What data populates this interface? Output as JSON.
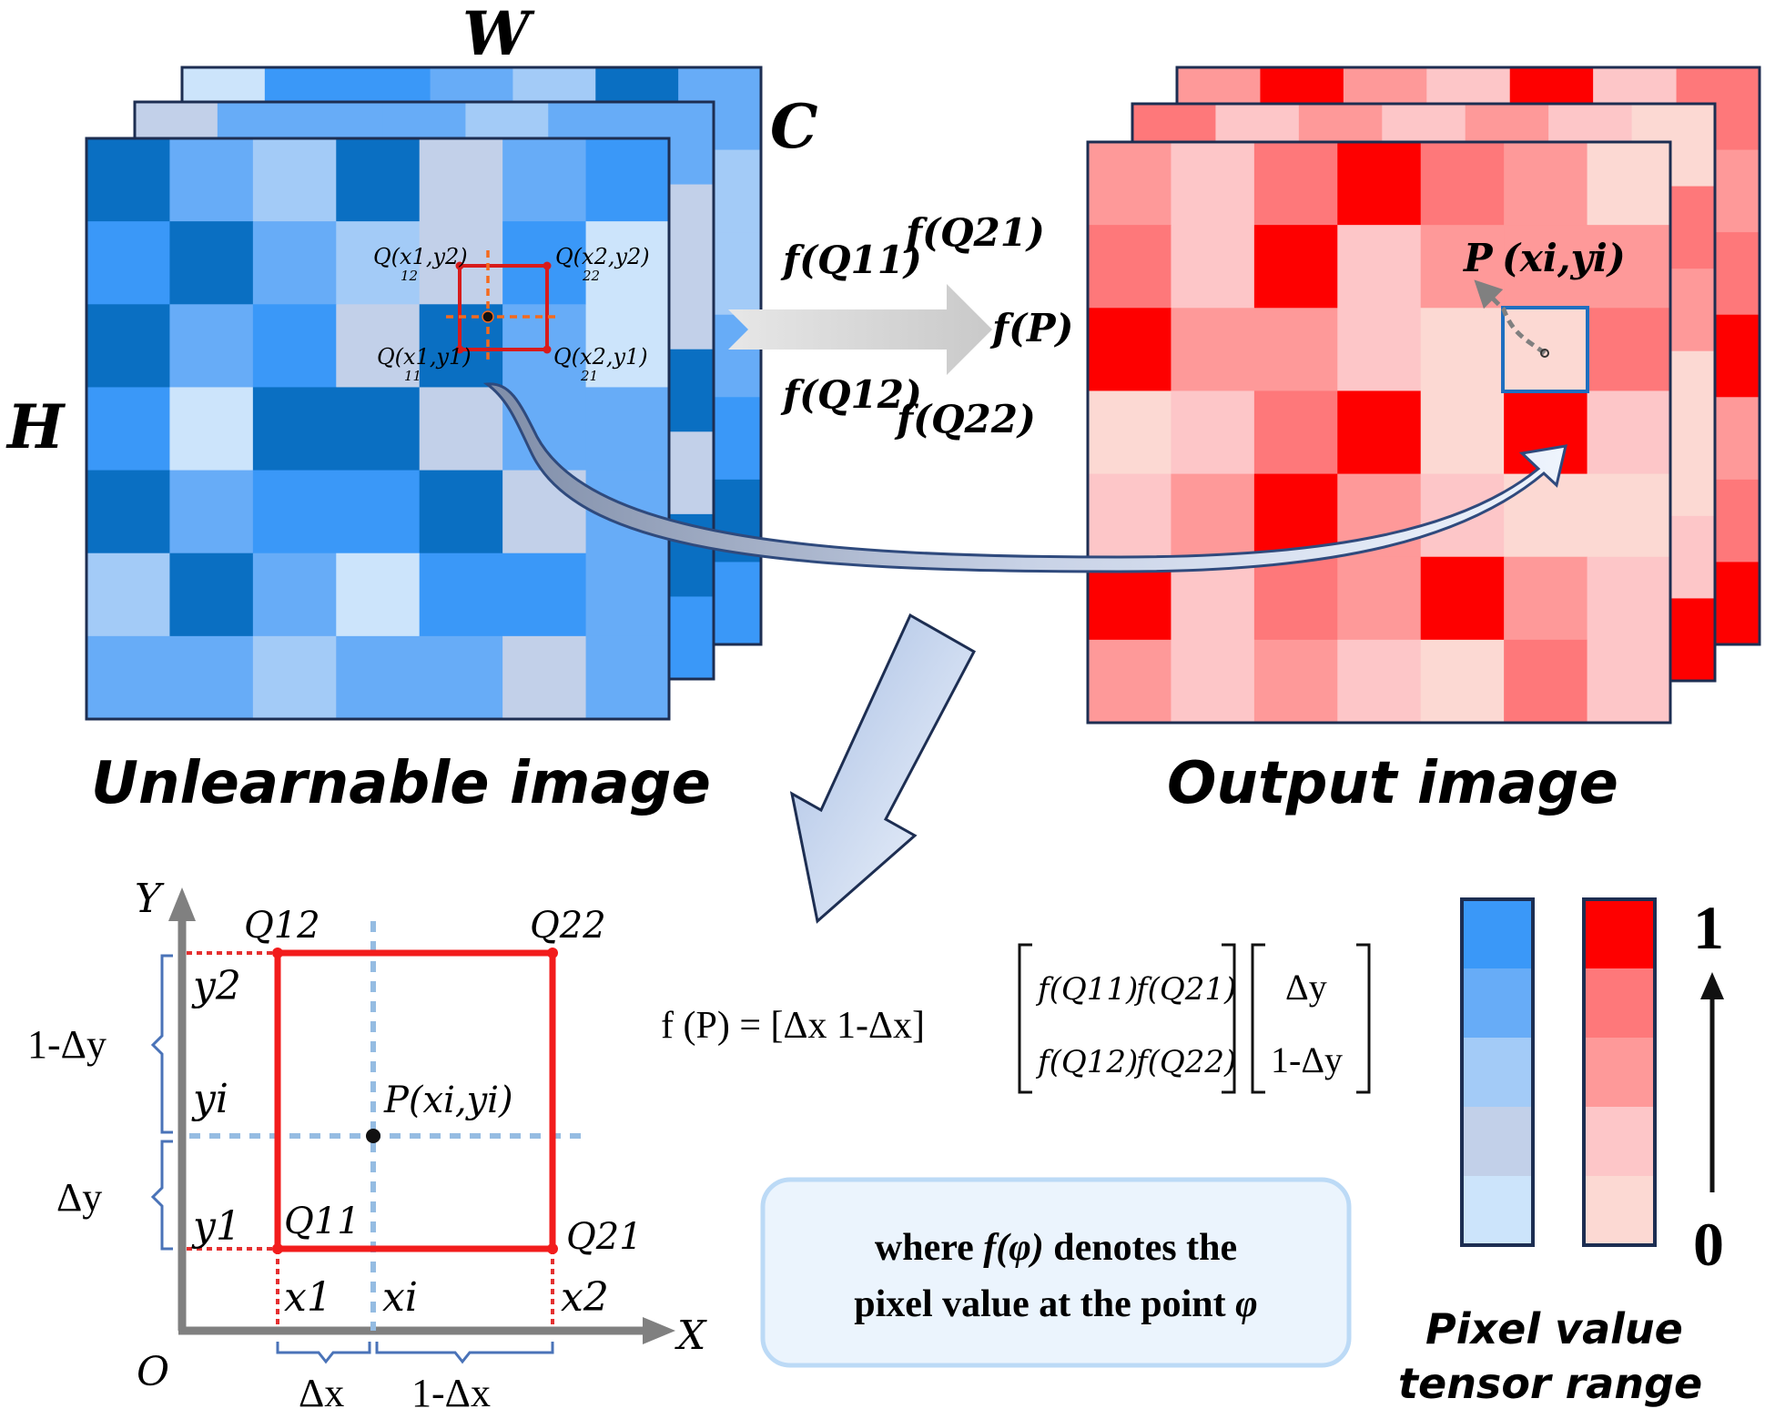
{
  "colors": {
    "blue_scale": [
      "#cce4fb",
      "#c2d0e9",
      "#a3cbf7",
      "#67acf7",
      "#3a98f8",
      "#0a6fc2"
    ],
    "red_scale": [
      "#fcd9d3",
      "#fdc6c8",
      "#fe9999",
      "#fe787a",
      "#fe0000"
    ],
    "border": "#1d2e52",
    "sample_box": "#d81b1b",
    "output_box": "#1f6fc0",
    "callout_bg": "#ebf4fd",
    "callout_border": "#bcdaf6"
  },
  "grid_left": [
    [
      0,
      4,
      4,
      3,
      2,
      5,
      3
    ],
    [
      3,
      3,
      1,
      3,
      3,
      3,
      2
    ],
    [
      5,
      1,
      3,
      4,
      5,
      3,
      2
    ],
    [
      2,
      1,
      4,
      0,
      4,
      5,
      3
    ],
    [
      1,
      5,
      3,
      0,
      5,
      3,
      4
    ],
    [
      5,
      1,
      3,
      3,
      4,
      0,
      5
    ],
    [
      4,
      5,
      1,
      3,
      5,
      3,
      4
    ]
  ],
  "grid_right": [
    [
      2,
      4,
      2,
      1,
      4,
      1,
      3
    ],
    [
      1,
      0,
      3,
      1,
      2,
      1,
      2
    ],
    [
      4,
      3,
      2,
      0,
      2,
      1,
      3
    ],
    [
      1,
      2,
      2,
      2,
      3,
      1,
      4
    ],
    [
      1,
      0,
      0,
      3,
      4,
      2,
      2
    ],
    [
      4,
      0,
      4,
      1,
      0,
      1,
      3
    ],
    [
      2,
      1,
      0,
      0,
      1,
      2,
      4
    ]
  ],
  "labels": {
    "W": "W",
    "C": "C",
    "H": "H",
    "unlearnable": "Unlearnable image",
    "output": "Output image",
    "pixel_range_1": "Pixel value",
    "pixel_range_2": "tensor range",
    "one": "1",
    "zero": "0",
    "fP": "f(P)",
    "fQ11": "f(Q11)",
    "fQ21": "f(Q21)",
    "fQ12": "f(Q12)",
    "fQ22": "f(Q22)",
    "P_out": "P",
    "P_out_coords": "(xi,yi)"
  },
  "small_labels": {
    "q12_top": "Q(x1,y2)",
    "q12_sub": "12",
    "q22_top": "Q(x2,y2)",
    "q22_sub": "22",
    "q11_top": "Q(x1,y1)",
    "q11_sub": "11",
    "q21_top": "Q(x2,y1)",
    "q21_sub": "21"
  },
  "coord": {
    "Y": "Y",
    "X": "X",
    "O": "O",
    "Q12": "Q12",
    "Q22": "Q22",
    "Q11": "Q11",
    "Q21": "Q21",
    "y2": "y2",
    "yi": "yi",
    "y1": "y1",
    "x1": "x1",
    "xi": "xi",
    "x2": "x2",
    "one_minus_dy": "1-Δy",
    "dy": "Δy",
    "dx": "Δx",
    "one_minus_dx": "1-Δx",
    "P": "P(xi,yi)"
  },
  "formula": {
    "lhs": "f (P) = [Δx  1-Δx]",
    "m11": "f(Q11)",
    "m21": "f(Q21)",
    "m12": "f(Q12)",
    "m22": "f(Q22)",
    "v1": "Δy",
    "v2": "1-Δy"
  },
  "callout": {
    "line1_a": "where ",
    "line1_f": "f",
    "line1_phi": "(φ)",
    "line1_b": " denotes the",
    "line2_a": "pixel value at the point ",
    "line2_phi": "φ"
  }
}
